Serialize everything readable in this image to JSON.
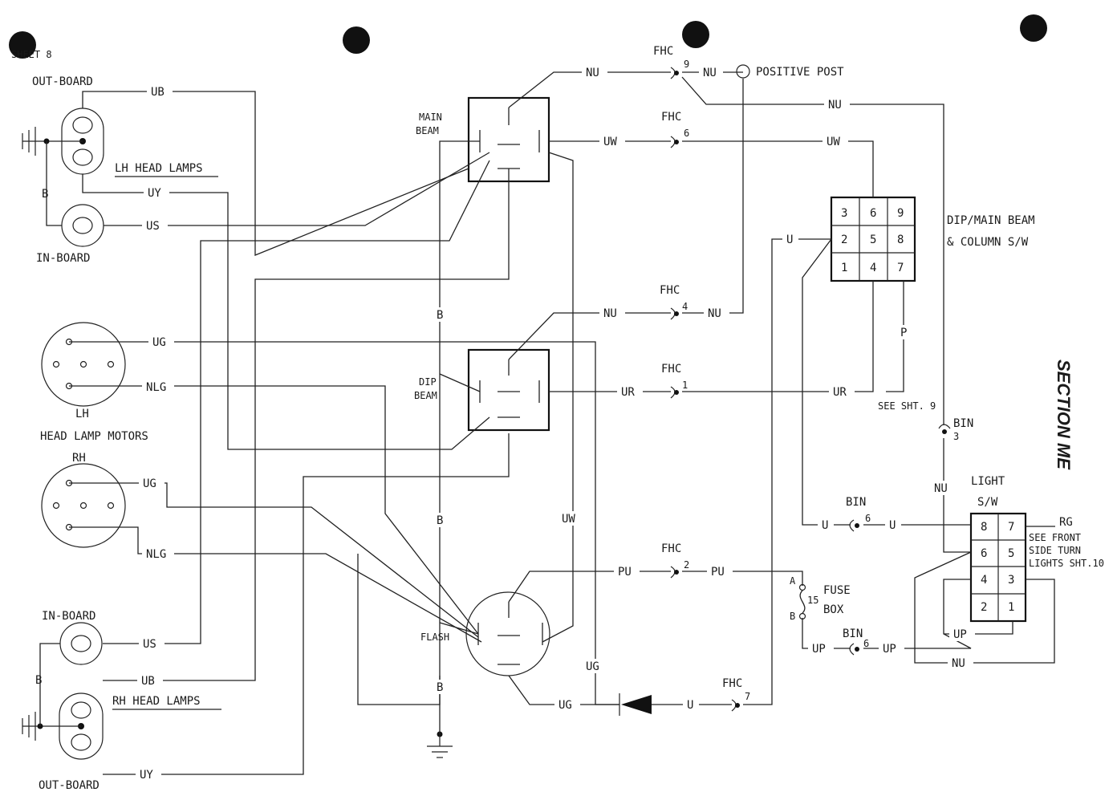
{
  "sheet": {
    "ref": "SHEET 8",
    "section": "SECTION ME"
  },
  "lamps": {
    "lh_outboard": "OUT-BOARD",
    "lh_title": "LH HEAD LAMPS",
    "lh_inboard": "IN-BOARD",
    "rh_inboard": "IN-BOARD",
    "rh_title": "RH HEAD LAMPS",
    "rh_outboard": "OUT-BOARD"
  },
  "motors": {
    "lh": "LH",
    "title": "HEAD LAMP MOTORS",
    "rh": "RH"
  },
  "relays": {
    "main": [
      "MAIN",
      "BEAM"
    ],
    "dip": [
      "DIP",
      "BEAM"
    ],
    "flash": "FLASH"
  },
  "dip_switch": {
    "title": [
      "DIP/MAIN BEAM",
      "& COLUMN S/W"
    ],
    "pins": [
      "3",
      "6",
      "9",
      "2",
      "5",
      "8",
      "1",
      "4",
      "7"
    ]
  },
  "light_switch": {
    "title": [
      "LIGHT",
      "S/W"
    ],
    "pins": [
      "8",
      "7",
      "6",
      "5",
      "4",
      "3",
      "2",
      "1"
    ]
  },
  "fuse_box": {
    "title": [
      "FUSE",
      "BOX"
    ],
    "number": "15",
    "a": "A",
    "b": "B"
  },
  "connectors": {
    "fhc": "FHC",
    "bin": "BIN",
    "fhc_pins": {
      "c9": "9",
      "c6": "6",
      "c4": "4",
      "c1": "1",
      "c2": "2",
      "c7": "7"
    },
    "bin_pins": {
      "b3": "3",
      "b6a": "6",
      "b6b": "6"
    }
  },
  "notes": {
    "positive_post": "POSITIVE POST",
    "see_sht9": "SEE SHT. 9",
    "see_front": [
      "SEE FRONT",
      "SIDE TURN",
      "LIGHTS SHT.10"
    ]
  },
  "wires": {
    "UB": "UB",
    "UY": "UY",
    "US": "US",
    "UG": "UG",
    "NLG": "NLG",
    "NU": "NU",
    "UW": "UW",
    "UR": "UR",
    "PU": "PU",
    "UP": "UP",
    "U": "U",
    "B": "B",
    "P": "P",
    "RG": "RG"
  },
  "colors": {
    "ink": "#1a1a1a",
    "paper": "#ffffff"
  }
}
